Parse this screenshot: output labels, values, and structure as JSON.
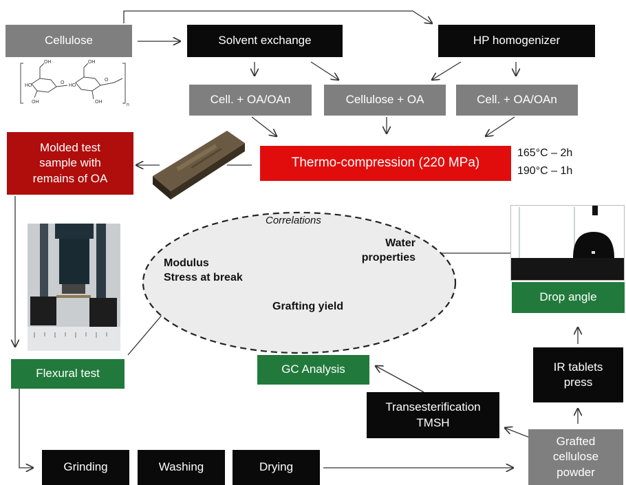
{
  "nodes": {
    "cellulose": "Cellulose",
    "solvent_exchange": "Solvent exchange",
    "hp_homogenizer": "HP homogenizer",
    "cell_oa_oan_left": "Cell. + OA/OAn",
    "cellulose_oa": "Cellulose + OA",
    "cell_oa_oan_right": "Cell. + OA/OAn",
    "thermo_compression": "Thermo-compression (220 MPa)",
    "molded_sample": "Molded test\nsample with\nremains of OA",
    "flexural_test": "Flexural test",
    "gc_analysis": "GC Analysis",
    "drop_angle": "Drop angle",
    "ir_tablets": "IR tablets\npress",
    "transesterification": "Transesterification\nTMSH",
    "grafted_powder": "Grafted\ncellulose\npowder",
    "grinding": "Grinding",
    "washing": "Washing",
    "drying": "Drying"
  },
  "conditions": {
    "line1": "165°C – 2h",
    "line2": "190°C – 1h"
  },
  "ellipse": {
    "title": "Correlations",
    "modulus": "Modulus\nStress at break",
    "water": "Water\nproperties",
    "grafting": "Grafting yield"
  },
  "colors": {
    "gray": "#7f7f7f",
    "black": "#0a0a0a",
    "green": "#217a3c",
    "red": "#e10d0d",
    "darkred": "#b00d0d",
    "ellipse_fill": "#ececec"
  }
}
